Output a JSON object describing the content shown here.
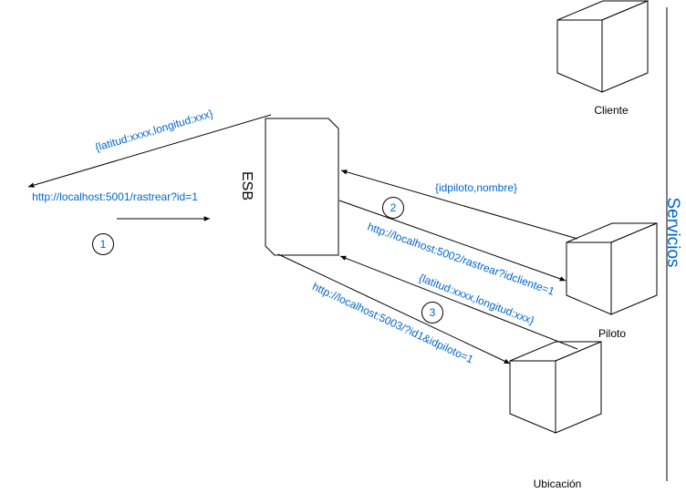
{
  "colors": {
    "stroke": "#000000",
    "link_text": "#0066CC",
    "label_text": "#000000",
    "background": "#ffffff"
  },
  "esb": {
    "label": "ESB"
  },
  "side_label": "Servicios",
  "nodes": {
    "cliente": {
      "label": "Cliente",
      "icon": "cube-icon"
    },
    "piloto": {
      "label": "Piloto",
      "icon": "cube-icon"
    },
    "ubicacion": {
      "label": "Ubicación",
      "icon": "cube-icon"
    }
  },
  "edges": {
    "response_left": "{latitud:xxxx,longitud:xxx}",
    "request_main": "http://localhost:5001/rastrear?id=1",
    "piloto_response": "{idpiloto,nombre}",
    "piloto_request": "http://localhost:5002/rastrear?idcliente=1",
    "ubicacion_response": "{latitud:xxxx,longitud:xxx}",
    "ubicacion_request": "http://localhost:5003/?id1&idpiloto=1"
  },
  "steps": [
    "1",
    "2",
    "3"
  ]
}
